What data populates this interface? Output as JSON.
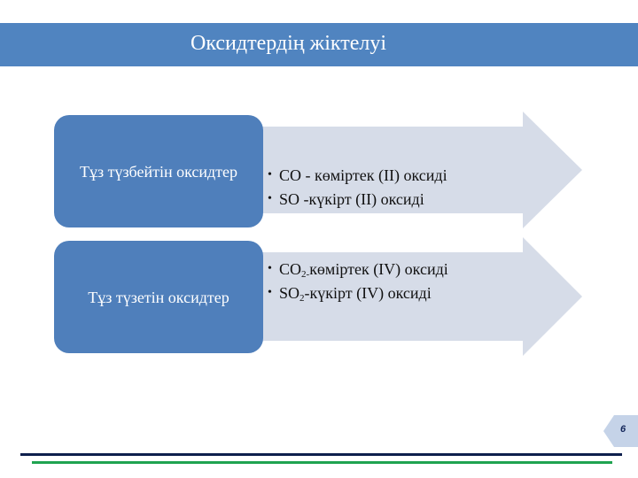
{
  "slide": {
    "title": "Оксидтердің жіктелуі",
    "page_number": "6"
  },
  "groups": [
    {
      "label": "Тұз түзбейтін оксидтер",
      "items": [
        {
          "formula": "CO",
          "subscript": "",
          "sep": " - ",
          "text": "көміртек (II) оксиді"
        },
        {
          "formula": "SO",
          "subscript": "",
          "sep": " -",
          "text": "күкірт (II) оксиді"
        }
      ]
    },
    {
      "label": "Тұз түзетін оксидтер",
      "items": [
        {
          "formula": "CO",
          "subscript": "2",
          "sep": "-",
          "text": "көміртек (IV) оксиді"
        },
        {
          "formula": "SO",
          "subscript": "2",
          "sep": "-",
          "text": "күкірт (IV) оксиді"
        }
      ]
    }
  ],
  "colors": {
    "header": "#5084c0",
    "label_box": "#4f7fbb",
    "arrow": "#d6dce8",
    "rule_navy": "#0e1f4d",
    "rule_green": "#1fa350",
    "page_badge": "#c5d3e8"
  },
  "icons": {
    "bullet": "•"
  }
}
